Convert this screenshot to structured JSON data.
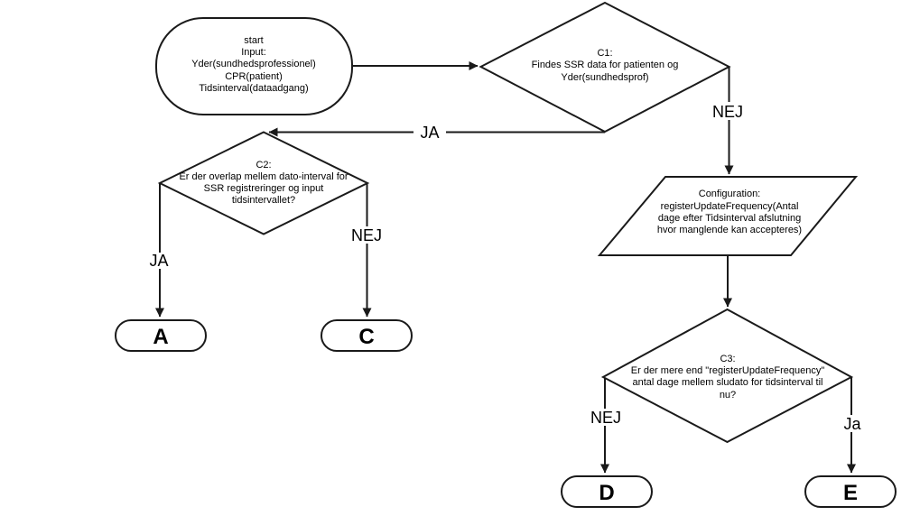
{
  "colors": {
    "background": "#ffffff",
    "stroke": "#1a1a1a",
    "text": "#000000"
  },
  "nodes": {
    "start": {
      "type": "stadium",
      "lines": [
        "start",
        "Input:",
        "Yder(sundhedsprofessionel)",
        "CPR(patient)",
        "Tidsinterval(dataadgang)"
      ]
    },
    "c1": {
      "type": "decision",
      "lines": [
        "C1:",
        "Findes SSR data for patienten og",
        "Yder(sundhedsprof)"
      ]
    },
    "c2": {
      "type": "decision",
      "lines": [
        "C2:",
        "Er der overlap mellem dato-interval for",
        "SSR registreringer og input",
        "tidsintervallet?"
      ]
    },
    "config": {
      "type": "parallelogram",
      "lines": [
        "Configuration:",
        "registerUpdateFrequency(Antal",
        "dage efter Tidsinterval afslutning",
        "hvor manglende kan accepteres)"
      ]
    },
    "c3": {
      "type": "decision",
      "lines": [
        "C3:",
        "Er der mere end \"registerUpdateFrequency\"",
        "antal dage mellem sludato for tidsinterval til",
        "nu?"
      ]
    },
    "terminal_a": {
      "type": "terminal",
      "label": "A"
    },
    "terminal_c": {
      "type": "terminal",
      "label": "C"
    },
    "terminal_d": {
      "type": "terminal",
      "label": "D"
    },
    "terminal_e": {
      "type": "terminal",
      "label": "E"
    }
  },
  "edge_labels": {
    "c1_to_c2": "JA",
    "c1_to_config": "NEJ",
    "c2_to_a": "JA",
    "c2_to_c": "NEJ",
    "c3_to_d": "NEJ",
    "c3_to_e": "Ja"
  }
}
